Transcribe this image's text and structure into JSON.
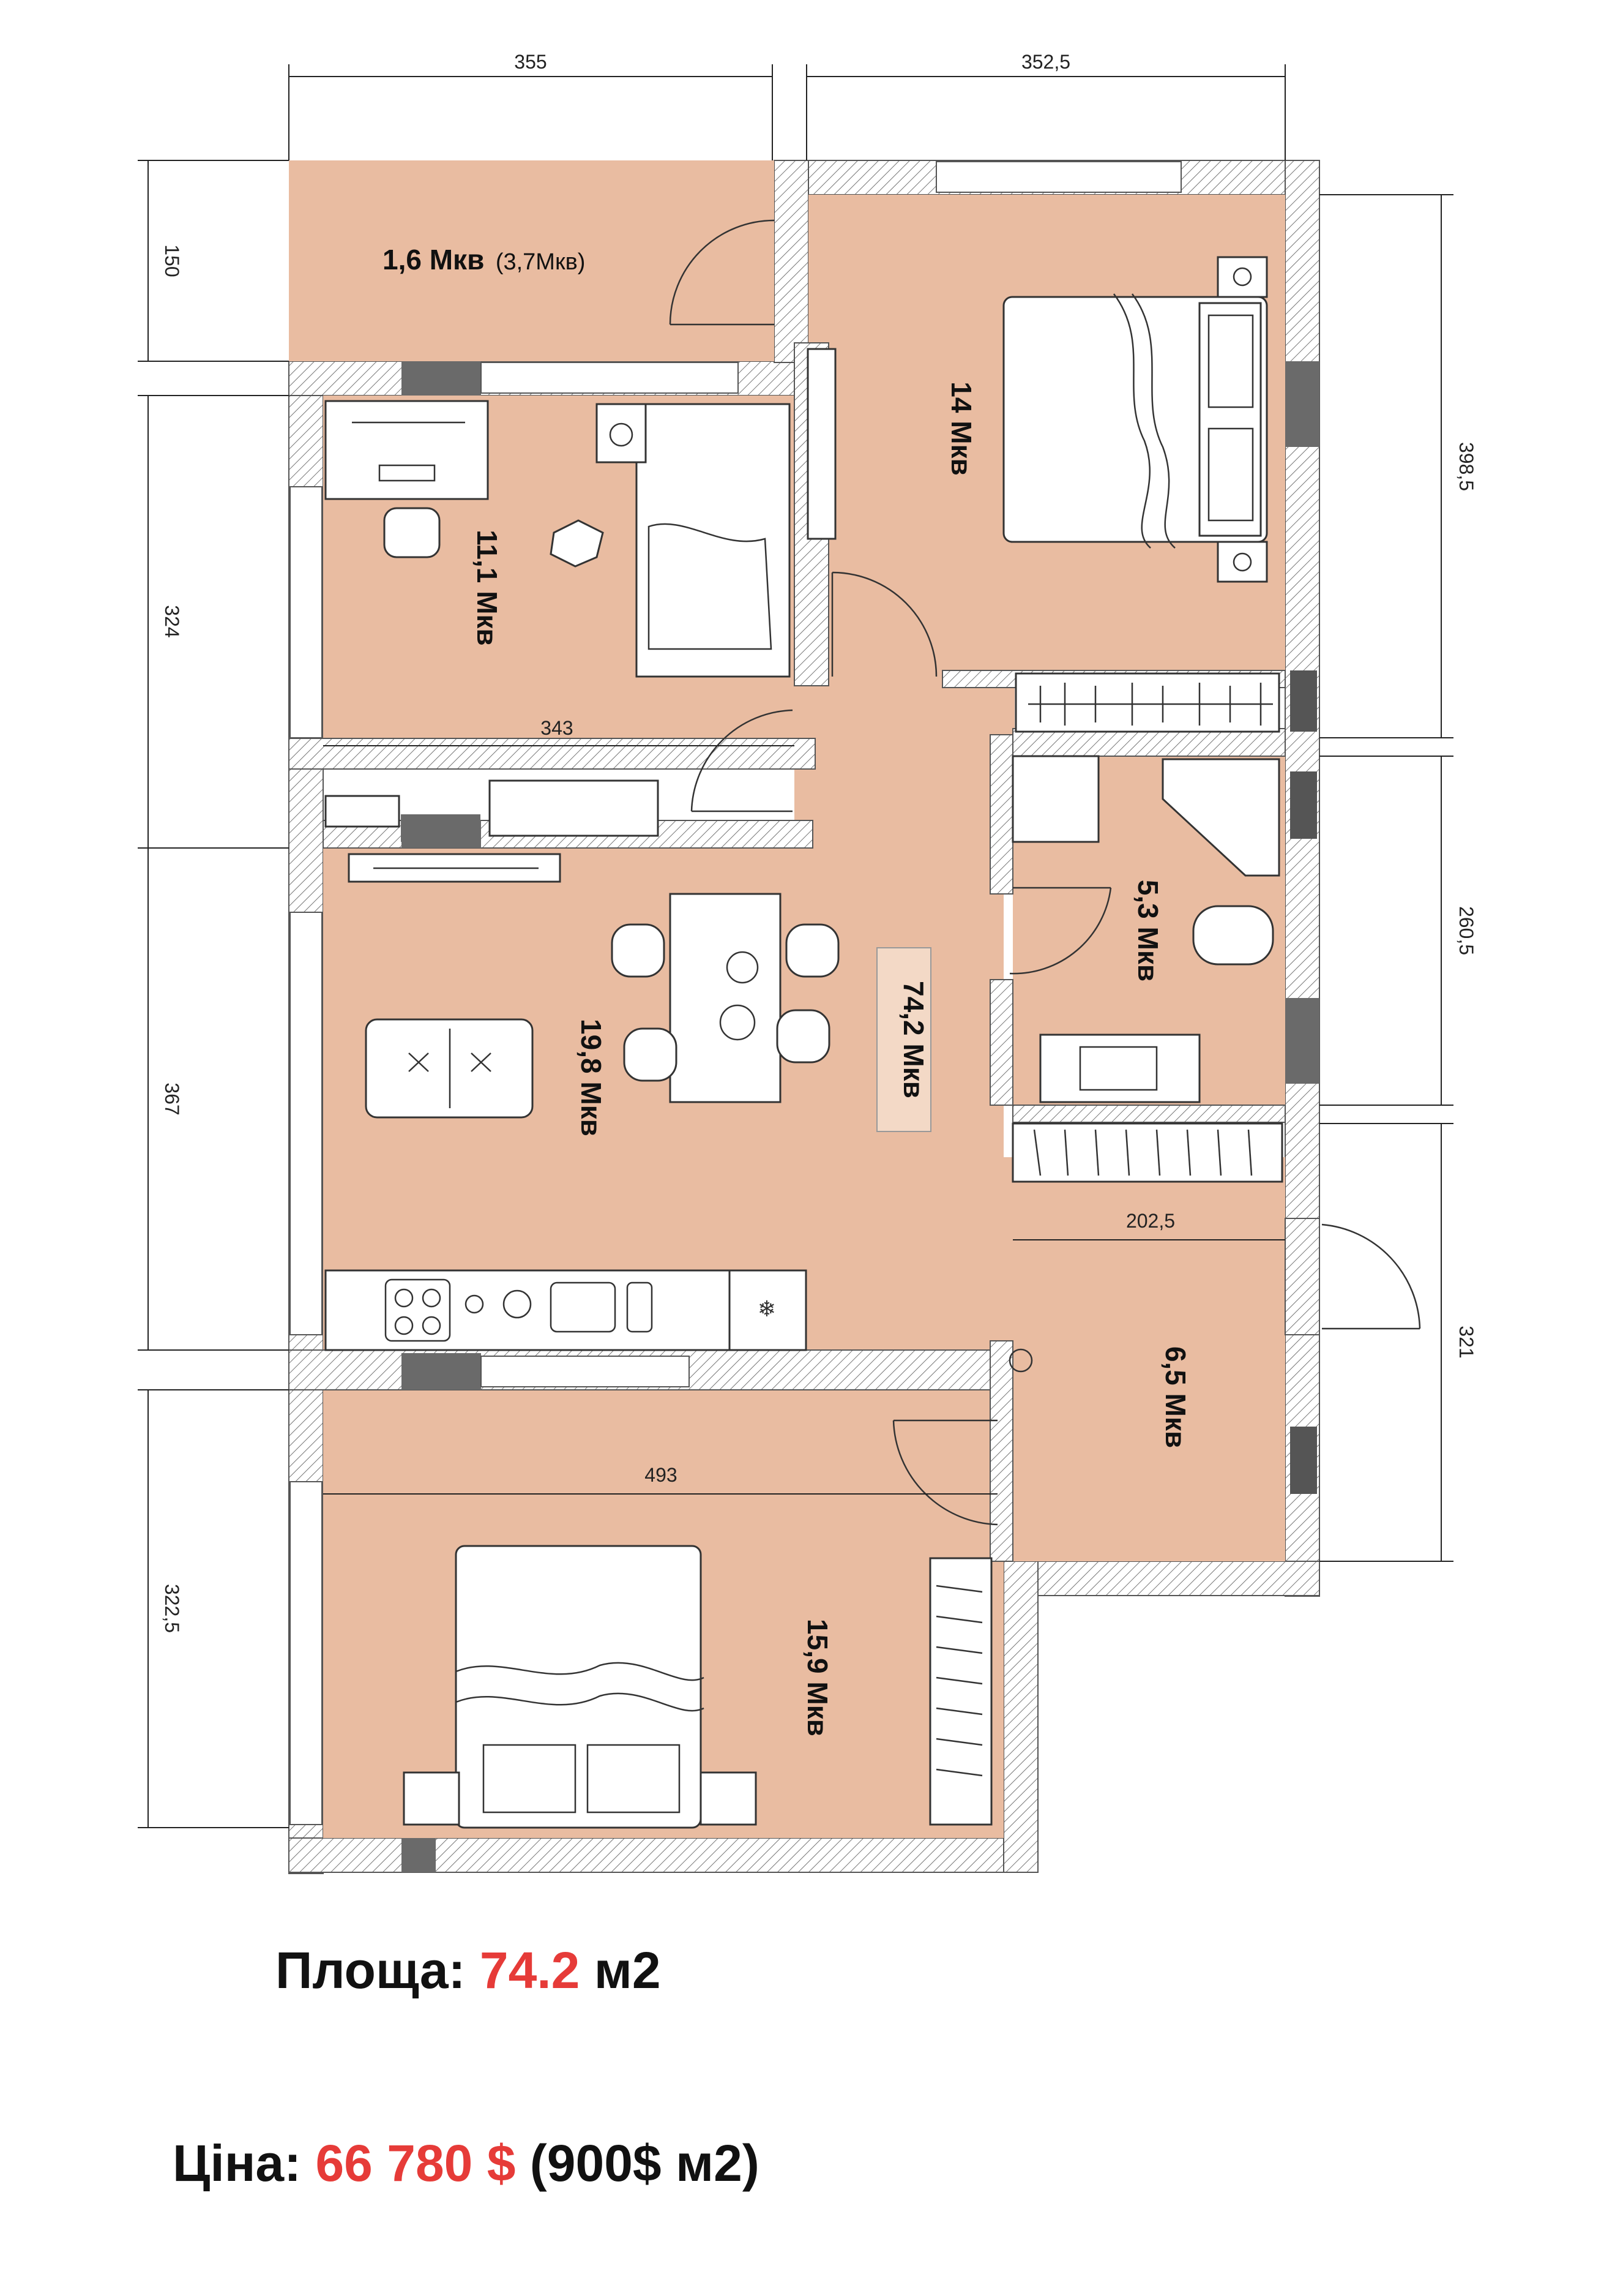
{
  "dimensions": {
    "top_left": "355",
    "top_right": "352,5",
    "left_1": "150",
    "left_2": "324",
    "left_3": "367",
    "left_4": "322,5",
    "right_1": "398,5",
    "right_2": "260,5",
    "right_3": "321",
    "inner_office_width": "343",
    "inner_corridor_width": "202,5",
    "inner_bedroom_width": "493"
  },
  "rooms": {
    "balcony": {
      "area": "1,6 Мкв",
      "area_extra": "(3,7Мкв)"
    },
    "bedroom_top": {
      "area": "14 Мкв"
    },
    "office": {
      "area": "11,1 Мкв"
    },
    "living": {
      "area": "19,8 Мкв"
    },
    "total": {
      "area": "74,2 Мкв"
    },
    "bathroom": {
      "area": "5,3 Мкв"
    },
    "hall": {
      "area": "6,5 Мкв"
    },
    "bedroom_bottom": {
      "area": "15,9 Мкв"
    }
  },
  "summary": {
    "area_label": "Площа:",
    "area_value": "74.2",
    "area_unit": "м2",
    "price_label": "Ціна:",
    "price_value": "66 780 $",
    "price_note": "(900$ м2)"
  },
  "colors": {
    "room_fill": "#e9bca1",
    "accent_red": "#e63b38"
  }
}
